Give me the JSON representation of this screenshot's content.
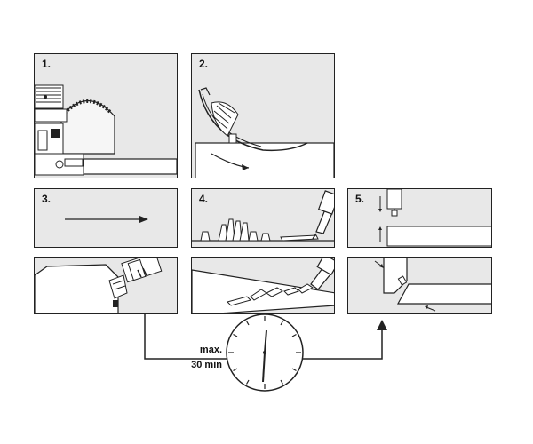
{
  "steps": {
    "s1": "1.",
    "s2": "2.",
    "s3": "3.",
    "s4": "4.",
    "s5": "5."
  },
  "timer": {
    "line1": "max.",
    "line2": "30 min"
  },
  "icons": {
    "clock": "clock-icon",
    "direction_arrow": "arrow-right-icon"
  },
  "colors": {
    "panel_fill": "#e8e8e8",
    "line": "#222222"
  }
}
